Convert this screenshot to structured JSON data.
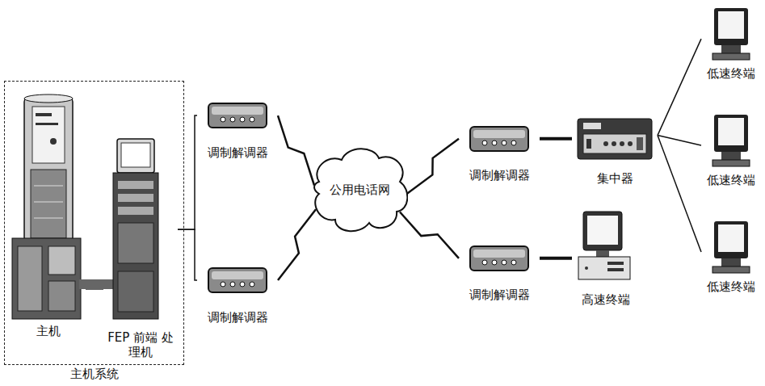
{
  "diagram": {
    "nodes": [
      {
        "text": [
          "主机系统"
        ]
      },
      {
        "text": [
          "主机"
        ],
        "in": 0
      },
      {
        "text": [
          "FEP 前端 处理机"
        ],
        "in": 0
      },
      {
        "text": [
          "调制解调器"
        ]
      },
      {
        "text": [
          "调制解调器"
        ]
      },
      {
        "text": [
          "公用电话网"
        ]
      },
      {
        "text": [
          "调制解调器"
        ]
      },
      {
        "text": [
          "集中器"
        ]
      },
      {
        "text": [
          "调制解调器"
        ]
      },
      {
        "text": [
          "高速终端"
        ]
      },
      {
        "text": [
          "低速终端"
        ]
      },
      {
        "text": [
          "低速终端"
        ]
      },
      {
        "text": [
          "低速终端"
        ]
      }
    ],
    "edges": [
      {
        "from": 1,
        "to": 2,
        "arrow": "none"
      },
      {
        "from": 2,
        "to": 3,
        "arrow": "none"
      },
      {
        "from": 2,
        "to": 4,
        "arrow": "none"
      },
      {
        "from": 3,
        "to": 5,
        "arrow": "none"
      },
      {
        "from": 4,
        "to": 5,
        "arrow": "none"
      },
      {
        "from": 5,
        "to": 6,
        "arrow": "none"
      },
      {
        "from": 5,
        "to": 8,
        "arrow": "none"
      },
      {
        "from": 6,
        "to": 7,
        "arrow": "none"
      },
      {
        "from": 8,
        "to": 9,
        "arrow": "none"
      },
      {
        "from": 7,
        "to": 10,
        "arrow": "none"
      },
      {
        "from": 7,
        "to": 11,
        "arrow": "none"
      },
      {
        "from": 7,
        "to": 12,
        "arrow": "none"
      }
    ]
  }
}
